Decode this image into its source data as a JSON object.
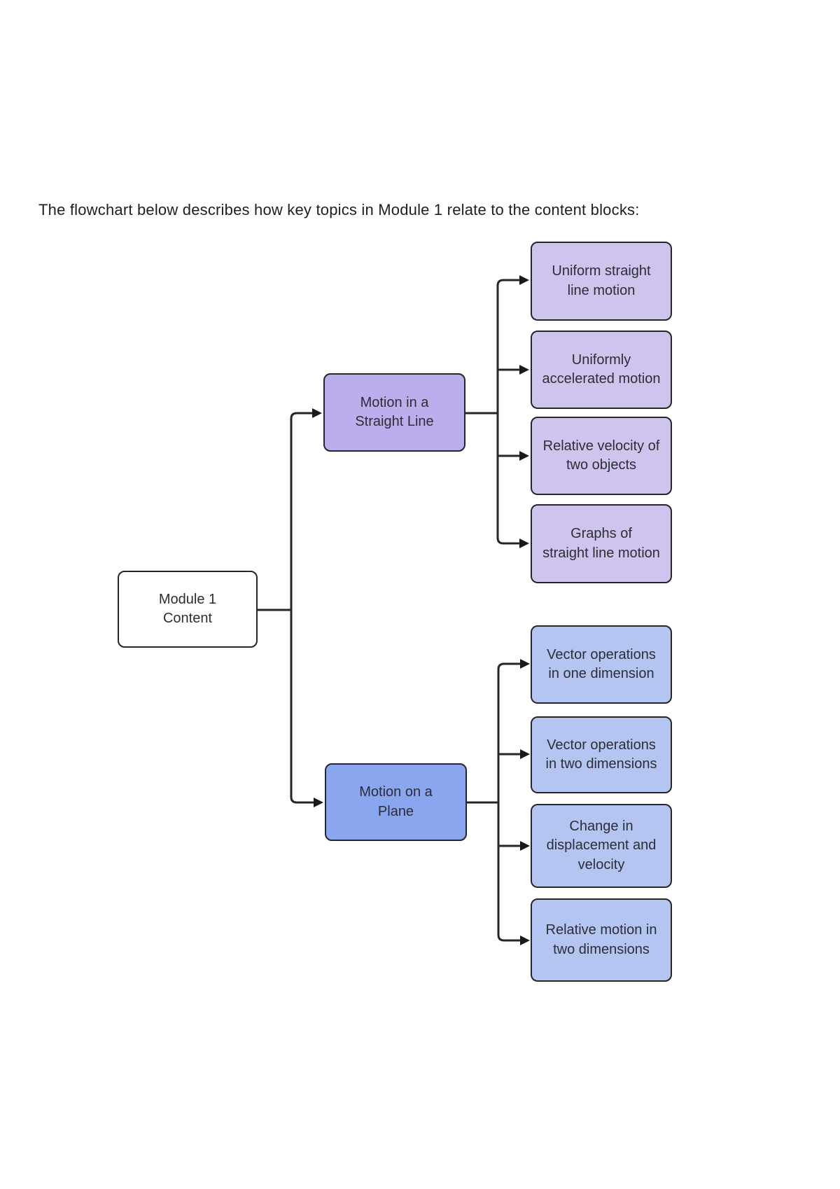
{
  "intro": {
    "text": "The flowchart below describes how key topics in Module 1 relate to the content blocks:"
  },
  "colors": {
    "line": "#262626",
    "arrow": "#1a1a1a",
    "node_text": "#2d2d36",
    "root_fill": "#ffffff",
    "branch_straight_line_fill": "#bcaeec",
    "leaf_straight_line_fill": "#cfc4ee",
    "branch_plane_fill": "#8aa6ef",
    "leaf_plane_fill": "#b4c5f2"
  },
  "flowchart": {
    "root": {
      "label": "Module 1\nContent"
    },
    "branches": [
      {
        "label": "Motion in a\nStraight Line",
        "children": [
          {
            "label": "Uniform straight\nline motion"
          },
          {
            "label": "Uniformly\naccelerated motion"
          },
          {
            "label": "Relative velocity of\ntwo objects"
          },
          {
            "label": "Graphs of\nstraight line motion"
          }
        ]
      },
      {
        "label": "Motion on a\nPlane",
        "children": [
          {
            "label": "Vector operations\nin one dimension"
          },
          {
            "label": "Vector operations\nin two dimensions"
          },
          {
            "label": "Change in\ndisplacement and\nvelocity"
          },
          {
            "label": "Relative motion in\ntwo dimensions"
          }
        ]
      }
    ]
  }
}
